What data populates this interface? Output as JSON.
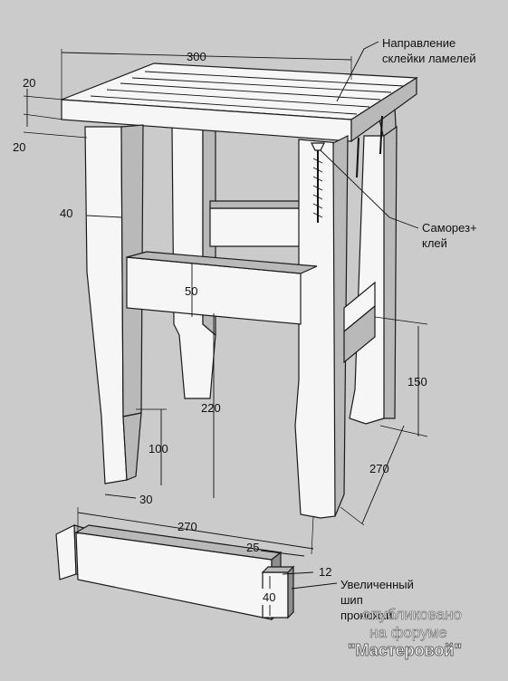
{
  "dimensions": {
    "seat_width": "300",
    "seat_thickness_top": "20",
    "seat_thickness_bottom": "20",
    "leg_width": "40",
    "rail_height": "50",
    "lower_rail_height": "150",
    "leg_length": "220",
    "leg_bottom_height": "100",
    "leg_bottom_width": "30",
    "side_depth": "270",
    "rail_length": "270",
    "tenon_length": "25",
    "tenon_width": "12",
    "tenon_height": "40"
  },
  "annotations": {
    "lamella_line1": "Направление",
    "lamella_line2": "склейки ламелей",
    "screw_line1": "Саморез+",
    "screw_line2": "клей",
    "tenon_line1": "Увеличенный",
    "tenon_line2": "шип",
    "tenon_line3": "проножки"
  },
  "watermark": {
    "line1": "опубликовано",
    "line2": "на форуме",
    "line3": "\"Мастеровой\""
  }
}
